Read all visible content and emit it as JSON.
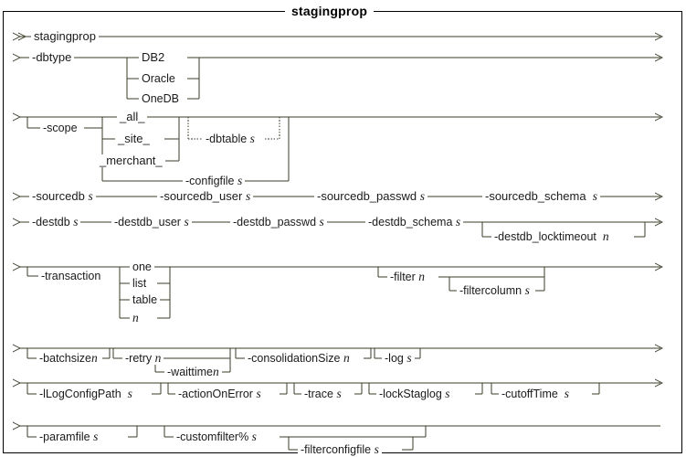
{
  "diagram": {
    "type": "railroad-syntax-diagram",
    "title": "stagingprop",
    "rows": [
      {
        "id": "row-command",
        "labels": [
          {
            "name": "stagingprop",
            "arg": ""
          }
        ]
      },
      {
        "id": "row-dbtype",
        "labels": [
          {
            "name": "-dbtype",
            "arg": ""
          }
        ],
        "choices": [
          "DB2",
          "Oracle",
          "OneDB"
        ]
      },
      {
        "id": "row-scope",
        "labels": [
          {
            "name": "-scope",
            "arg": ""
          }
        ],
        "choices": [
          "_all_",
          "_site_",
          "_merchant_"
        ],
        "repeat": {
          "name": "-dbtable",
          "arg": "s"
        },
        "alternate": {
          "name": "-configfile",
          "arg": "s"
        }
      },
      {
        "id": "row-sourcedb",
        "labels": [
          {
            "name": "-sourcedb",
            "arg": "s"
          },
          {
            "name": "-sourcedb_user",
            "arg": "s"
          },
          {
            "name": "-sourcedb_passwd",
            "arg": "s"
          },
          {
            "name": "-sourcedb_schema",
            "arg": "s"
          }
        ]
      },
      {
        "id": "row-destdb",
        "labels": [
          {
            "name": "-destdb",
            "arg": "s"
          },
          {
            "name": "-destdb_user",
            "arg": "s"
          },
          {
            "name": "-destdb_passwd",
            "arg": "s"
          },
          {
            "name": "-destdb_schema",
            "arg": "s"
          }
        ],
        "optional": [
          {
            "name": "-destdb_locktimeout",
            "arg": "n"
          }
        ]
      },
      {
        "id": "row-transaction",
        "labels": [
          {
            "name": "-transaction",
            "arg": ""
          }
        ],
        "choices": [
          "one",
          "list",
          "table",
          "n"
        ],
        "optional": [
          {
            "name": "-filter",
            "arg": "n"
          },
          {
            "name": "-filtercolumn",
            "arg": "s"
          }
        ]
      },
      {
        "id": "row-batchsize",
        "optional": [
          {
            "name": "-batchsize",
            "arg": "n"
          },
          {
            "name": "-retry",
            "arg": "n"
          },
          {
            "name": "-waittime",
            "arg": "n"
          },
          {
            "name": "-consolidationSize",
            "arg": "n"
          },
          {
            "name": "-log",
            "arg": "s"
          }
        ]
      },
      {
        "id": "row-logconfig",
        "optional": [
          {
            "name": "-lLogConfigPath",
            "arg": "s"
          },
          {
            "name": "-actionOnError",
            "arg": "s"
          },
          {
            "name": "-trace",
            "arg": "s"
          },
          {
            "name": "-lockStaglog",
            "arg": "s"
          },
          {
            "name": "-cutoffTime",
            "arg": "s"
          }
        ]
      },
      {
        "id": "row-paramfile",
        "optional": [
          {
            "name": "-paramfile",
            "arg": "s"
          },
          {
            "name": "-customfilter%",
            "arg": "s"
          },
          {
            "name": "-filterconfigfile",
            "arg": "s"
          }
        ]
      }
    ],
    "labels": {
      "stagingprop": "stagingprop",
      "dbtype": "-dbtype",
      "db2": "DB2",
      "oracle": "Oracle",
      "onedb": "OneDB",
      "scope": "-scope",
      "all": "_all_",
      "site": "_site_",
      "merchant": "_merchant_",
      "dbtable": "-dbtable",
      "configfile": "-configfile",
      "sourcedb": "-sourcedb",
      "sourcedb_user": "-sourcedb_user",
      "sourcedb_passwd": "-sourcedb_passwd",
      "sourcedb_schema": "-sourcedb_schema",
      "destdb": "-destdb",
      "destdb_user": "-destdb_user",
      "destdb_passwd": "-destdb_passwd",
      "destdb_schema": "-destdb_schema",
      "destdb_locktimeout": "-destdb_locktimeout",
      "transaction": "-transaction",
      "one": "one",
      "list": "list",
      "table": "table",
      "n": "n",
      "filter": "-filter",
      "filtercolumn": "-filtercolumn",
      "batchsize": "-batchsize",
      "retry": "-retry",
      "waittime": "-waittime",
      "consolidationSize": "-consolidationSize",
      "log": "-log",
      "lLogConfigPath": "-lLogConfigPath",
      "actionOnError": "-actionOnError",
      "trace": "-trace",
      "lockStaglog": "-lockStaglog",
      "cutoffTime": "-cutoffTime",
      "paramfile": "-paramfile",
      "customfilter": "-customfilter%",
      "filterconfigfile": "-filterconfigfile"
    },
    "args": {
      "s": "s",
      "n": "n"
    },
    "colors": {
      "line": "#3b3b2a",
      "text": "#1a1a1a",
      "background": "#ffffff",
      "border": "#000000"
    }
  }
}
